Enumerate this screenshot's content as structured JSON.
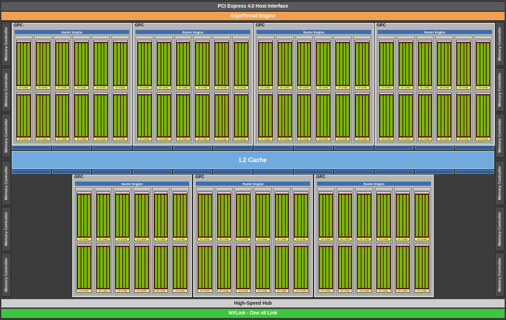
{
  "header": {
    "pcie": "PCI Express 4.0 Host Interface",
    "gigathread": "GigaThread Engine"
  },
  "memory_controller_label": "Memory Controller",
  "l2_cache": "L2 Cache",
  "high_speed_hub": "High-Speed Hub",
  "nvlink": "NVLink - One x8 Link",
  "gpc_label": "GPC",
  "raster_engine": "Raster Engine",
  "rt_core": "RT CORE",
  "colors": {
    "pcie": "#5a5a5a",
    "gigathread": "#f0a050",
    "l2": "#72aadd",
    "hub": "#cfcfcf",
    "nvlink": "#3cc83c",
    "cores": "#76b900",
    "rt": "#f2f26e"
  },
  "layout": {
    "top_gpcs": 4,
    "bottom_gpcs": 3,
    "tpcs_per_gpc": 6,
    "sms_per_tpc": 2
  }
}
